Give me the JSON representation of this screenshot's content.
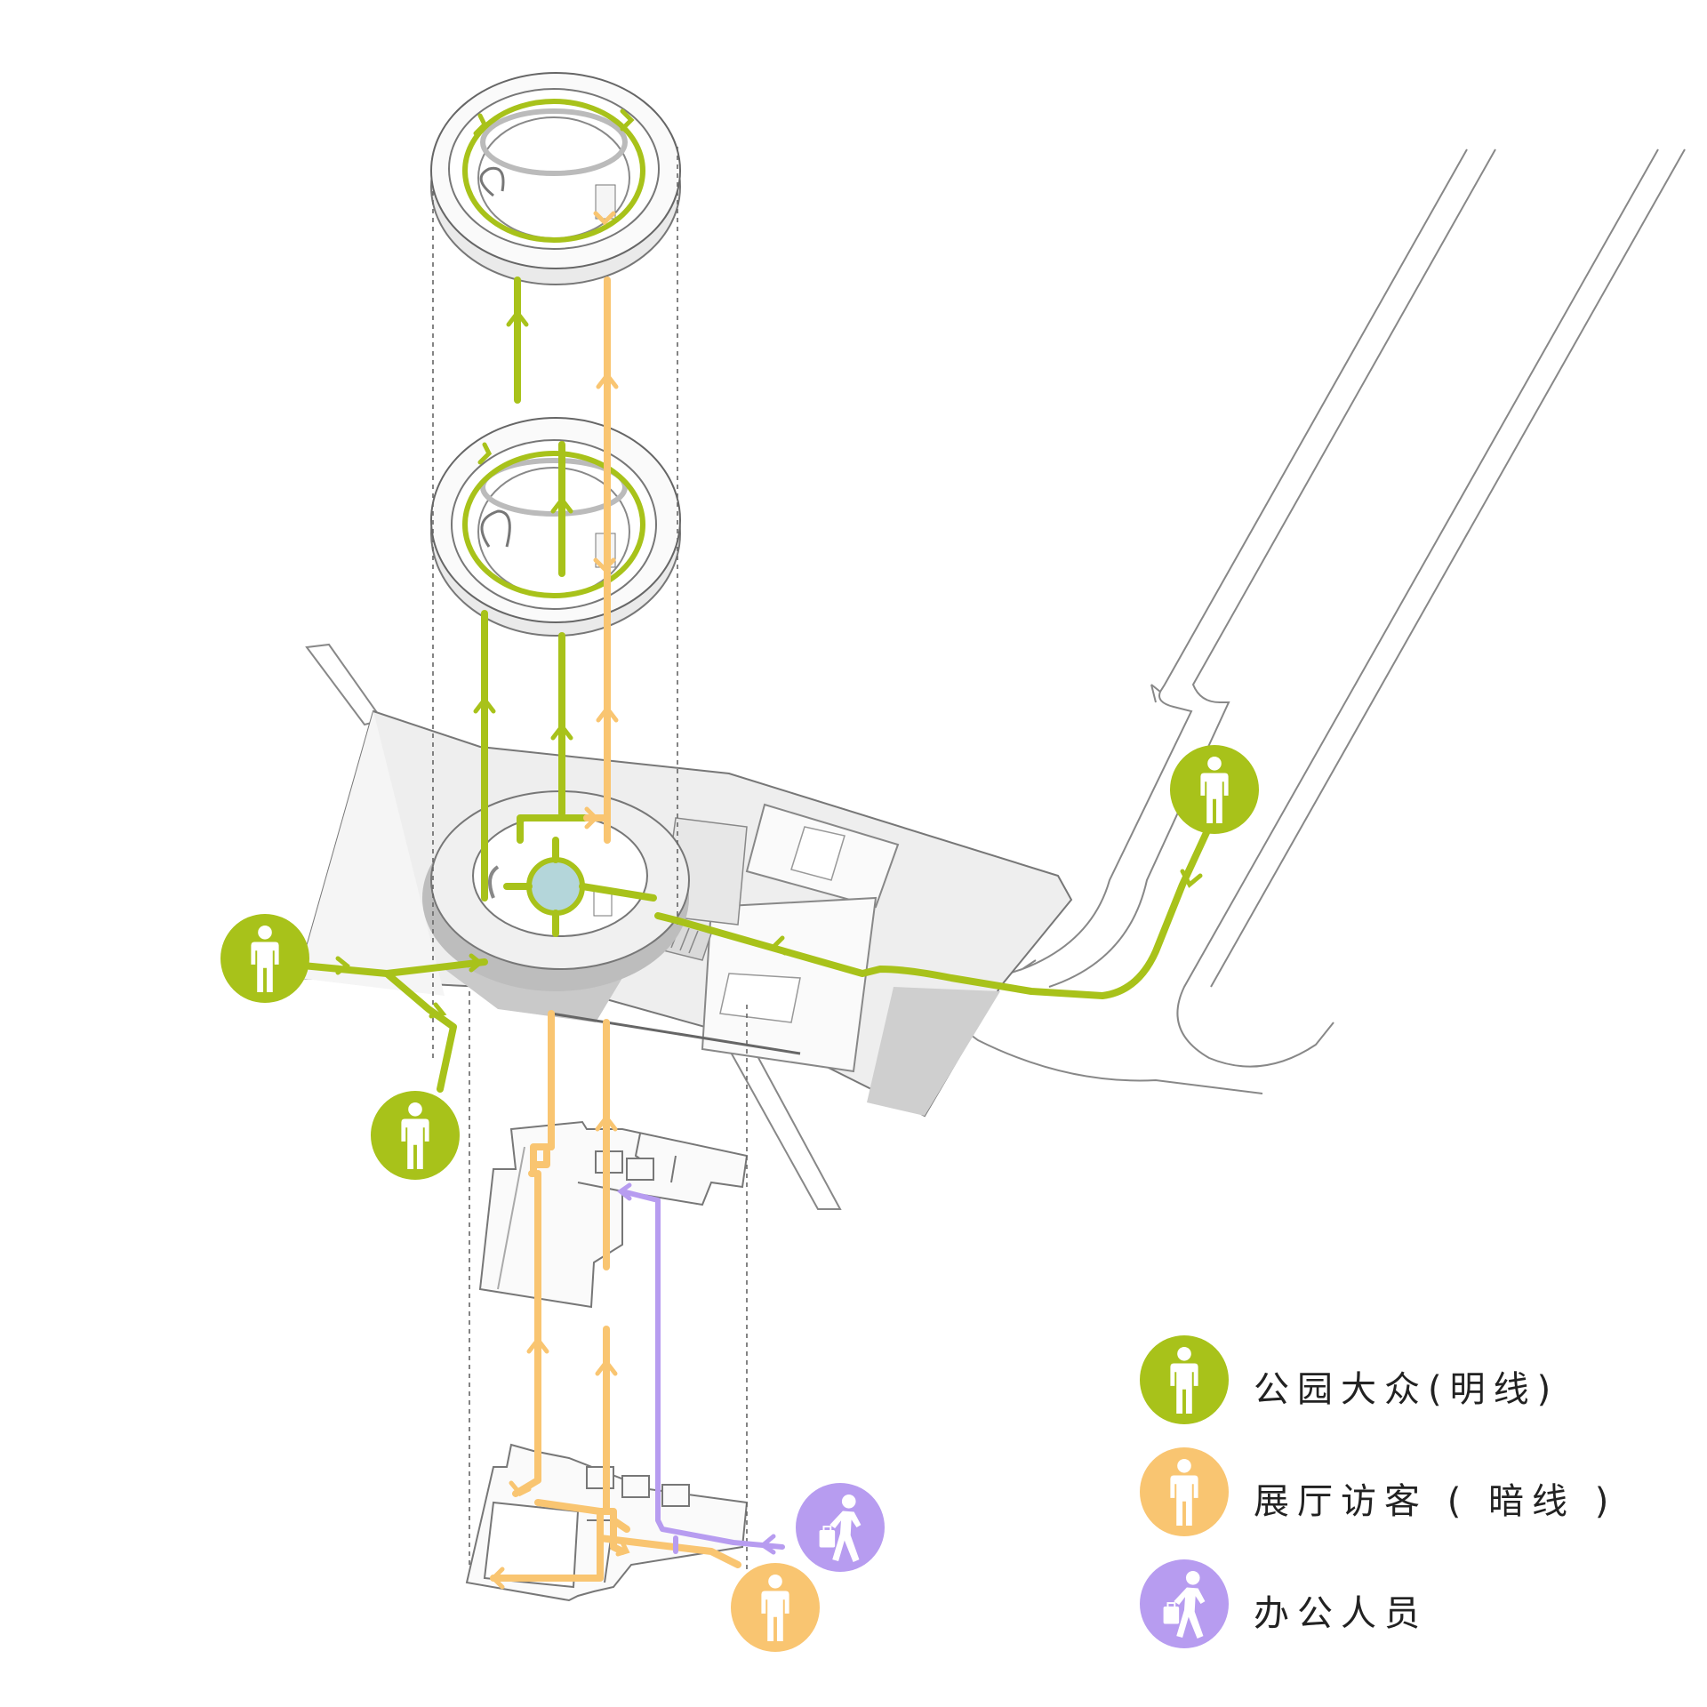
{
  "colors": {
    "public": "#a8c21a",
    "visitor": "#f9c571",
    "staff": "#b79cf0",
    "outline": "#6d6d6d",
    "building_fill": "#efefef",
    "shadow": "#bfbfbf",
    "water": "#b4d6da"
  },
  "legend": [
    {
      "key": "public",
      "label": "公园大众(明线)",
      "icon": "standing-person-icon",
      "color": "#a8c21a"
    },
    {
      "key": "visitor",
      "label": "展厅访客 ( 暗线 )",
      "icon": "standing-person-icon",
      "color": "#f9c571"
    },
    {
      "key": "staff",
      "label": "办公人员",
      "icon": "walking-person-with-briefcase-icon",
      "color": "#b79cf0"
    }
  ],
  "entry_markers": [
    {
      "route": "public",
      "icon": "standing-person-icon"
    },
    {
      "route": "public",
      "icon": "standing-person-icon"
    },
    {
      "route": "public",
      "icon": "standing-person-icon"
    },
    {
      "route": "visitor",
      "icon": "standing-person-icon"
    },
    {
      "route": "staff",
      "icon": "walking-person-with-briefcase-icon"
    }
  ]
}
